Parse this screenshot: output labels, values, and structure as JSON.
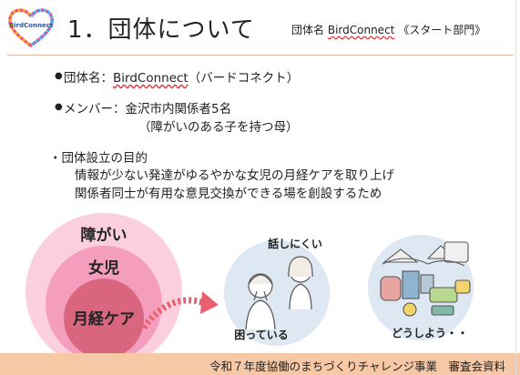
{
  "header": {
    "logo_text": "BirdConnect",
    "title": "1．団体について",
    "org_prefix": "団体名",
    "org_name": "BirdConnect",
    "org_suffix": "《スタート部門》"
  },
  "content": {
    "bullet1_prefix": "団体名：",
    "bullet1_name": "BirdConnect",
    "bullet1_suffix": "（バードコネクト）",
    "bullet2_line1": "メンバー：金沢市内関係者5名",
    "bullet2_line2": "（障がいのある子を持つ母）",
    "bullet3_heading": "・団体設立の目的",
    "bullet3_line1": "情報が少ない発達がゆるやかな女児の月経ケアを取り上げ",
    "bullet3_line2": "関係者同士が有用な意見交換ができる場を創設するため"
  },
  "diagram": {
    "outer_label": "障がい",
    "middle_label": "女児",
    "inner_label": "月経ケア",
    "colors": {
      "outer": "#fbd0dc",
      "middle": "#f59dbd",
      "inner": "#d9667e",
      "arrow": "#e8606f"
    }
  },
  "illustrations": {
    "people_top": "話しにくい",
    "people_bottom": "困っている",
    "items_bottom": "どうしよう・・",
    "circle_color": "#dde8f2"
  },
  "footer": {
    "text": "令和７年度協働のまちづくりチャレンジ事業　審査会資料",
    "color": "#f7c8a6"
  }
}
